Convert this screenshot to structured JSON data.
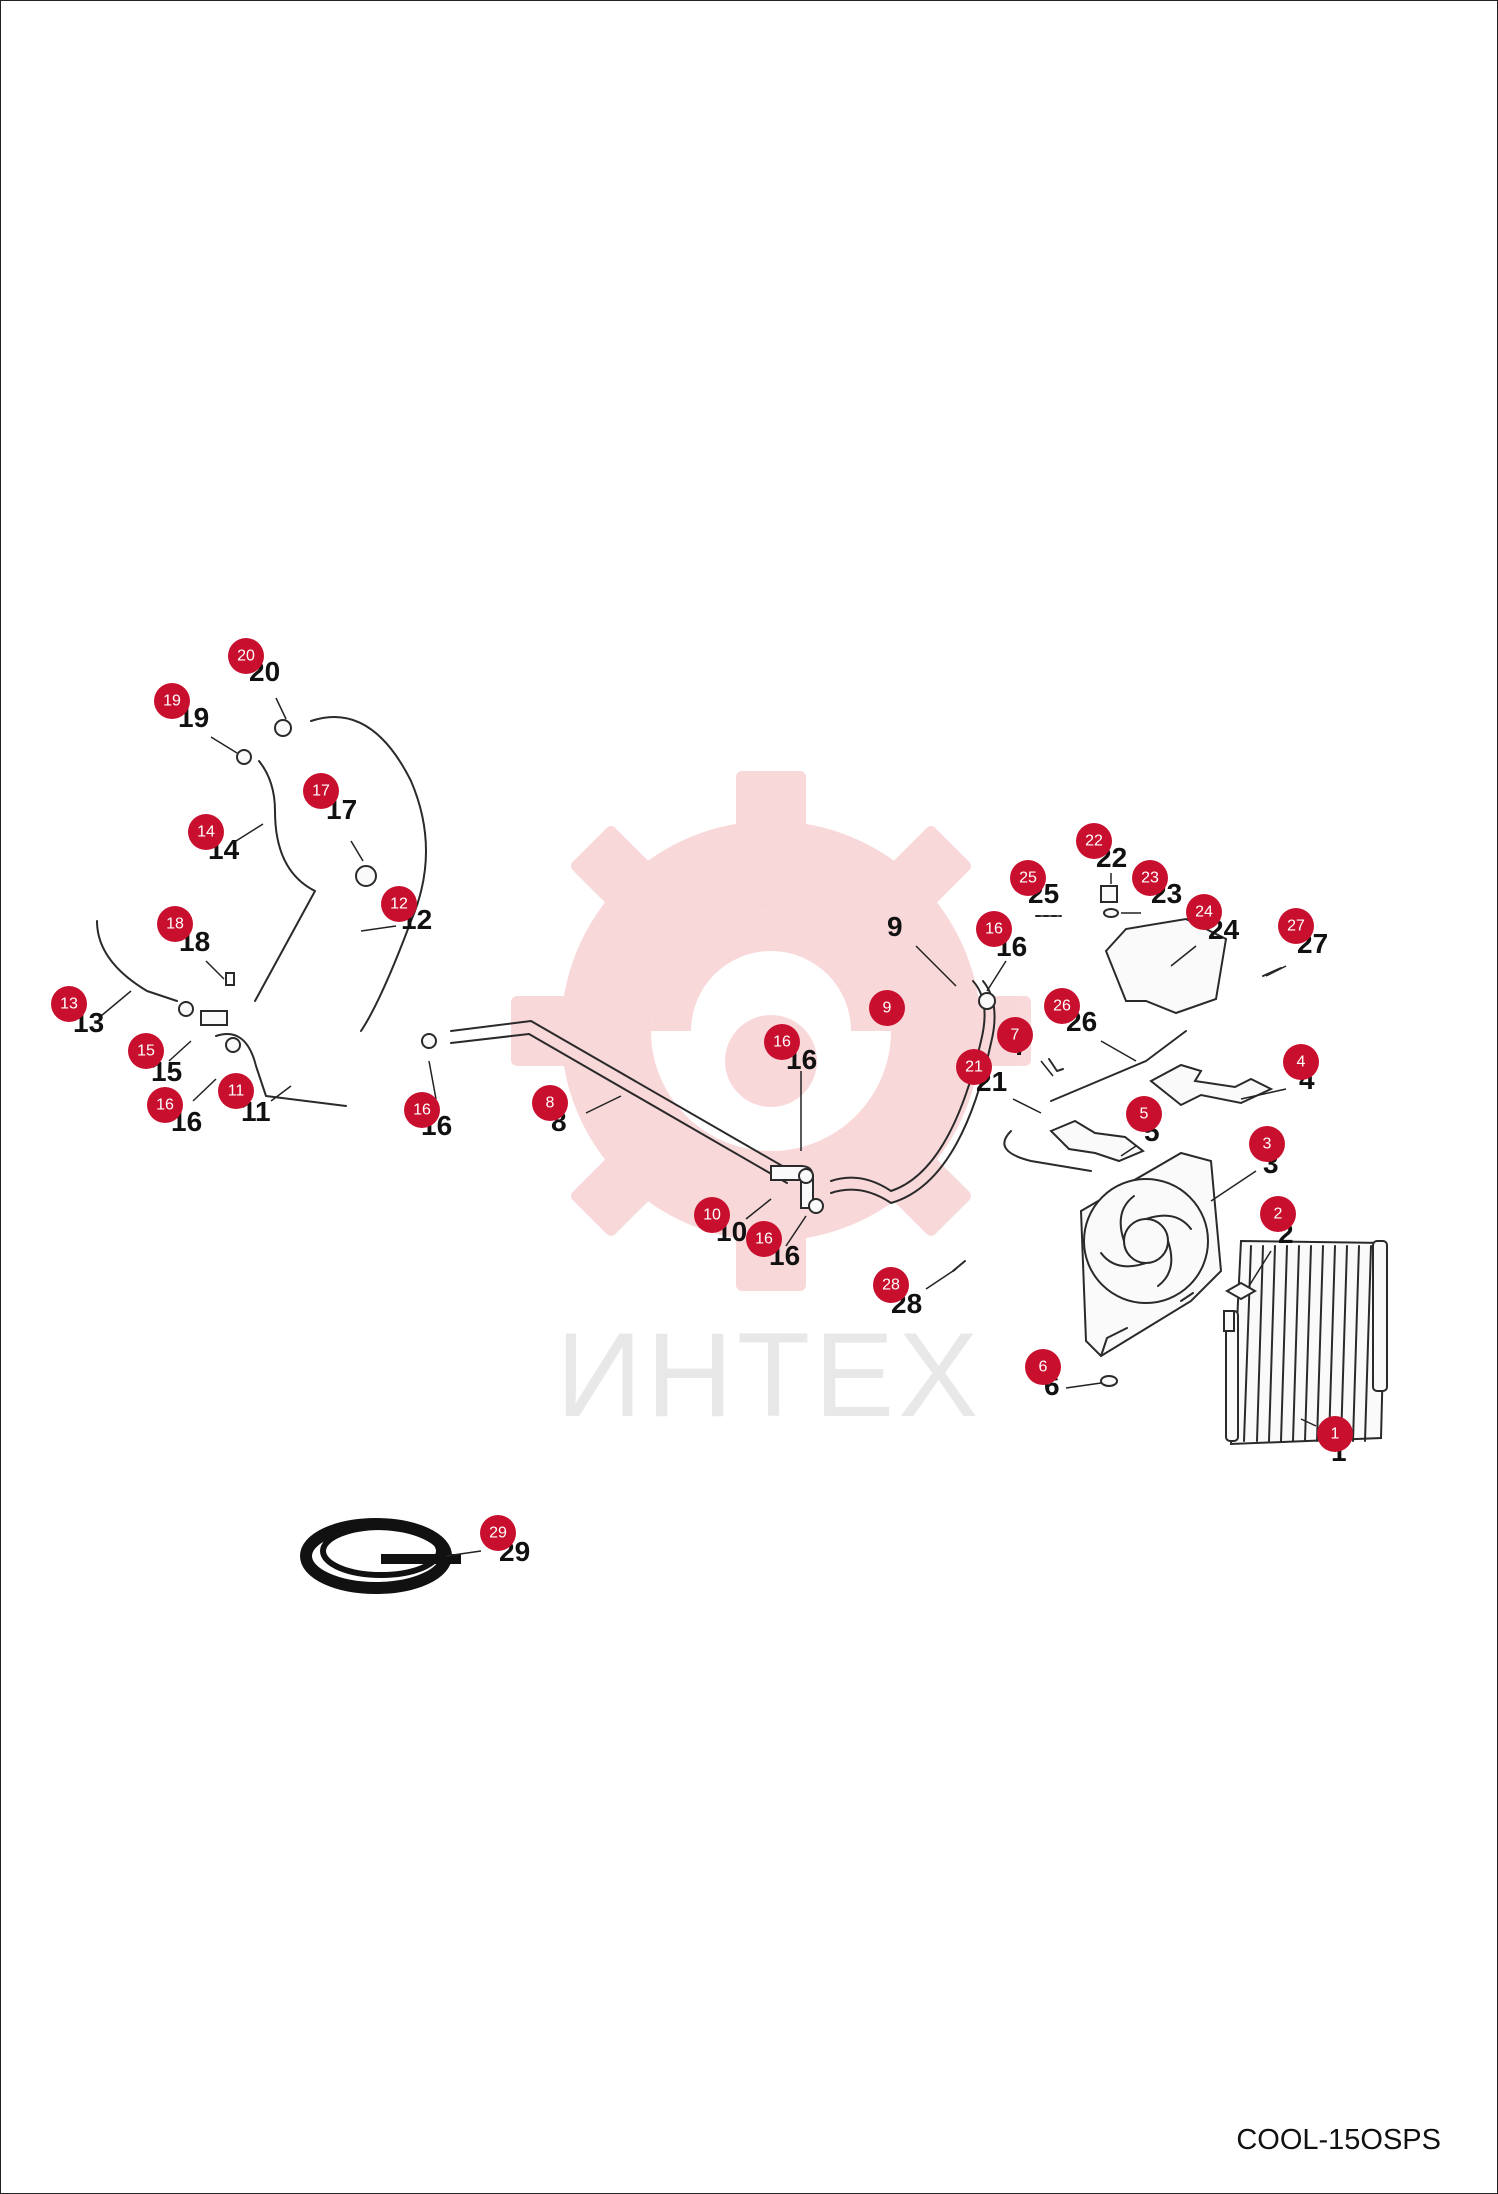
{
  "diagram": {
    "code": "COOL-15OSPS",
    "watermark": "ИНТЕХ",
    "accent_color": "#c8102e",
    "watermark_color": "#f5b9bd",
    "callouts": [
      {
        "n": "1"
      },
      {
        "n": "2"
      },
      {
        "n": "3"
      },
      {
        "n": "4"
      },
      {
        "n": "5"
      },
      {
        "n": "6"
      },
      {
        "n": "7"
      },
      {
        "n": "8"
      },
      {
        "n": "9"
      },
      {
        "n": "10"
      },
      {
        "n": "11"
      },
      {
        "n": "12"
      },
      {
        "n": "13"
      },
      {
        "n": "14"
      },
      {
        "n": "15"
      },
      {
        "n": "16"
      },
      {
        "n": "16"
      },
      {
        "n": "16"
      },
      {
        "n": "16"
      },
      {
        "n": "16"
      },
      {
        "n": "17"
      },
      {
        "n": "18"
      },
      {
        "n": "19"
      },
      {
        "n": "20"
      },
      {
        "n": "21"
      },
      {
        "n": "22"
      },
      {
        "n": "23"
      },
      {
        "n": "24"
      },
      {
        "n": "25"
      },
      {
        "n": "26"
      },
      {
        "n": "27"
      },
      {
        "n": "28"
      },
      {
        "n": "29"
      }
    ]
  }
}
